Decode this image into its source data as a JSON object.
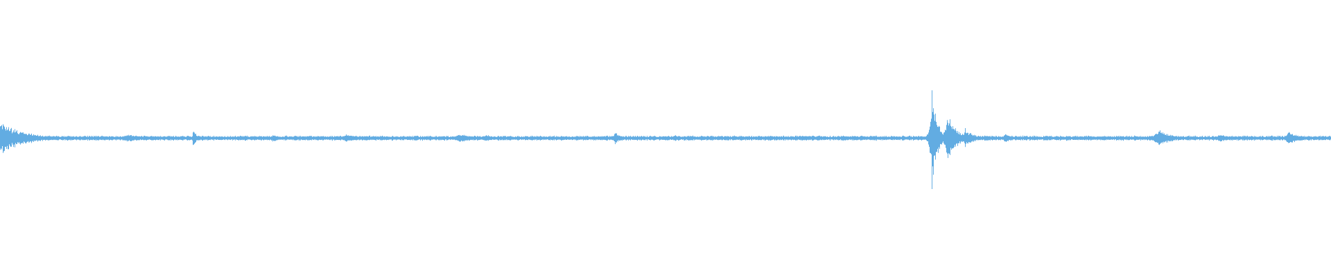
{
  "colors": {
    "background": "#ffffff",
    "waveform": "#62ace2"
  },
  "waveform": {
    "baseline_level": 0.03,
    "events": [
      {
        "position": 0.0,
        "level": 0.32,
        "spread": 0.018
      },
      {
        "position": 0.096,
        "level": 0.08,
        "spread": 0.01
      },
      {
        "position": 0.145,
        "level": 0.2,
        "spread": 0.002
      },
      {
        "position": 0.205,
        "level": 0.07,
        "spread": 0.006
      },
      {
        "position": 0.26,
        "level": 0.08,
        "spread": 0.01
      },
      {
        "position": 0.345,
        "level": 0.09,
        "spread": 0.008
      },
      {
        "position": 0.365,
        "level": 0.07,
        "spread": 0.006
      },
      {
        "position": 0.462,
        "level": 0.16,
        "spread": 0.003
      },
      {
        "position": 0.507,
        "level": 0.06,
        "spread": 0.003
      },
      {
        "position": 0.6,
        "level": 0.04,
        "spread": 0.03
      },
      {
        "position": 0.7,
        "level": 0.98,
        "spread": 0.004
      },
      {
        "position": 0.712,
        "level": 0.55,
        "spread": 0.006
      },
      {
        "position": 0.725,
        "level": 0.2,
        "spread": 0.006
      },
      {
        "position": 0.755,
        "level": 0.09,
        "spread": 0.004
      },
      {
        "position": 0.87,
        "level": 0.16,
        "spread": 0.01
      },
      {
        "position": 0.916,
        "level": 0.07,
        "spread": 0.01
      },
      {
        "position": 0.968,
        "level": 0.12,
        "spread": 0.008
      }
    ]
  }
}
